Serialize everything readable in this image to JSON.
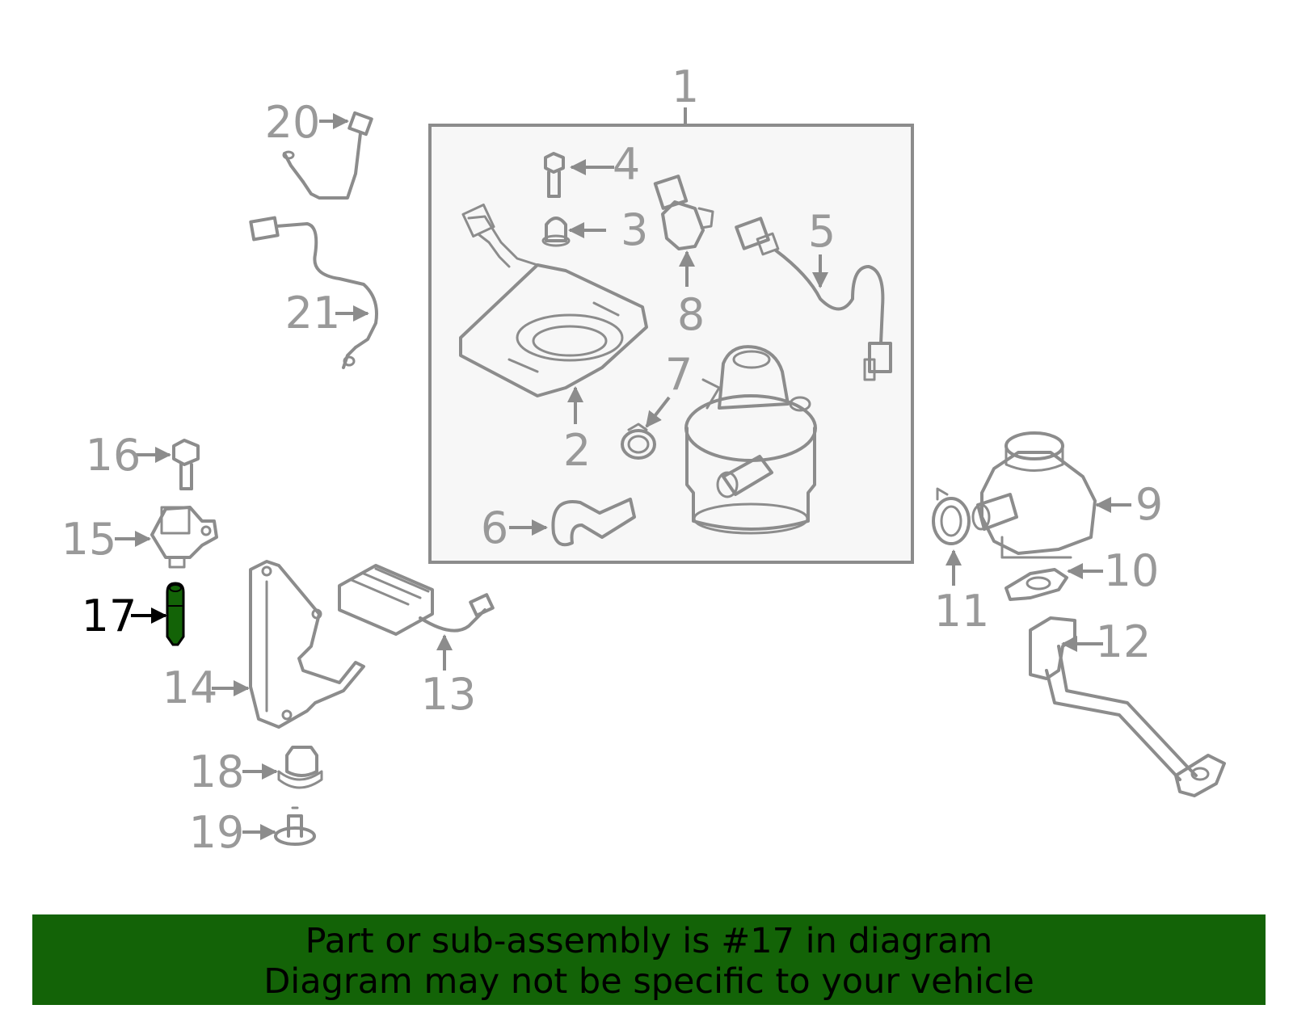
{
  "diagram": {
    "highlighted_part": "17",
    "highlight_color": "#136307",
    "callouts": {
      "c1": "1",
      "c2": "2",
      "c3": "3",
      "c4": "4",
      "c5": "5",
      "c6": "6",
      "c7": "7",
      "c8": "8",
      "c9": "9",
      "c10": "10",
      "c11": "11",
      "c12": "12",
      "c13": "13",
      "c14": "14",
      "c15": "15",
      "c16": "16",
      "c17": "17",
      "c18": "18",
      "c19": "19",
      "c20": "20",
      "c21": "21"
    }
  },
  "banner": {
    "line1": "Part or sub-assembly is #17 in diagram",
    "line2": "Diagram may not be specific to your vehicle",
    "background": "#136307"
  }
}
